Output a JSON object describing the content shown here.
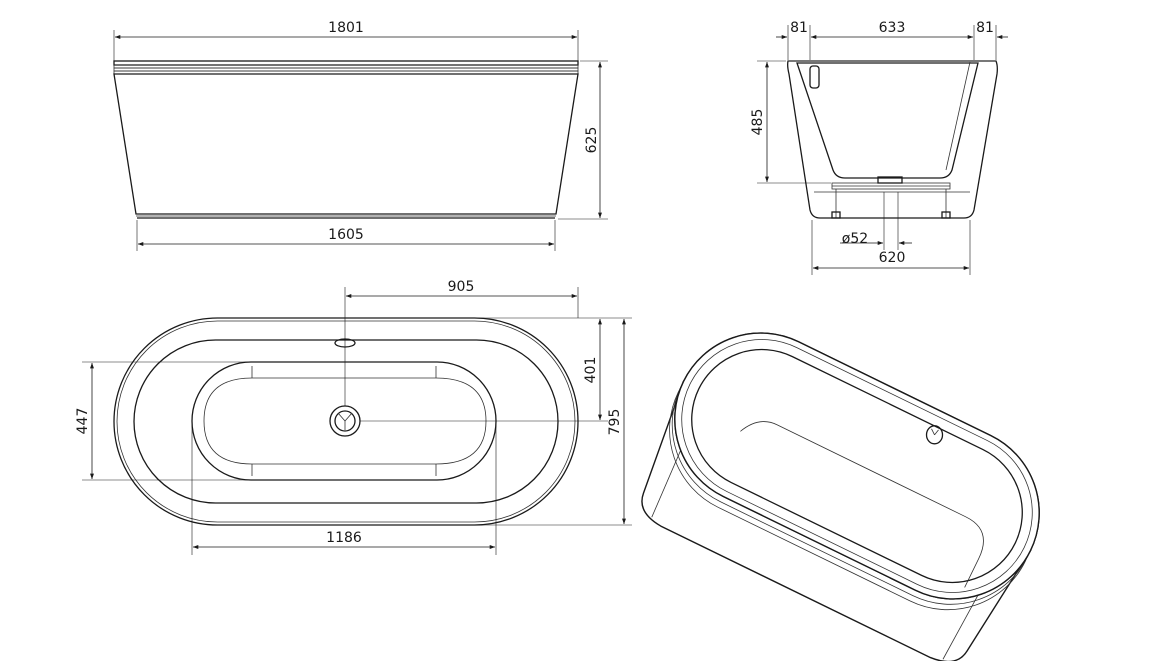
{
  "dimensions": {
    "front_top_length": "1801",
    "front_bottom_length": "1605",
    "front_height": "625",
    "side_left_rim": "81",
    "side_inner_width": "633",
    "side_right_rim": "81",
    "side_inner_depth": "485",
    "waste_diameter": "ø52",
    "side_base_width": "620",
    "plan_waste_offset": "905",
    "plan_half_width": "401",
    "plan_inner_width": "447",
    "plan_total_width": "795",
    "plan_inner_length": "1186"
  },
  "colors": {
    "line": "#1a1a1a",
    "background": "#ffffff"
  }
}
